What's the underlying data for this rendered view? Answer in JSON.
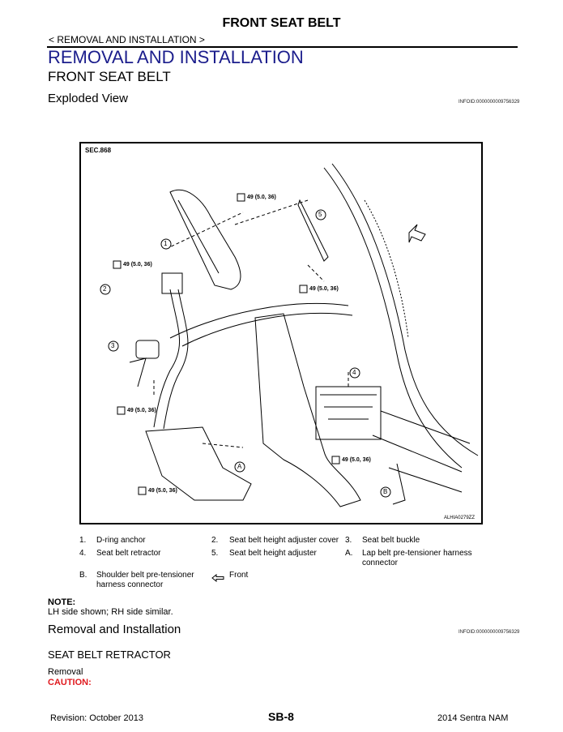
{
  "header": {
    "doc_title": "FRONT SEAT BELT",
    "breadcrumb": "< REMOVAL AND INSTALLATION >",
    "section_title": "REMOVAL AND INSTALLATION",
    "sub_title": "FRONT SEAT BELT"
  },
  "exploded_view": {
    "heading": "Exploded View",
    "info_id": "INFOID:0000000009756329",
    "figure": {
      "sec_label": "SEC.868",
      "code": "ALHIA0279ZZ",
      "torque_label": "49 (5.0, 36)",
      "callouts": [
        "1",
        "2",
        "3",
        "4",
        "5",
        "A",
        "B"
      ]
    },
    "legend": [
      {
        "num": "1.",
        "text": "D-ring anchor"
      },
      {
        "num": "2.",
        "text": "Seat belt height adjuster cover"
      },
      {
        "num": "3.",
        "text": "Seat belt buckle"
      },
      {
        "num": "4.",
        "text": "Seat belt retractor"
      },
      {
        "num": "5.",
        "text": "Seat belt height adjuster"
      },
      {
        "num": "A.",
        "text": "Lap belt pre-tensioner harness connector"
      },
      {
        "num": "B.",
        "text": "Shoulder belt pre-tensioner harness connector"
      },
      {
        "num": "",
        "text": "Front"
      }
    ]
  },
  "note": {
    "label": "NOTE:",
    "text": "LH side shown; RH side similar."
  },
  "removal": {
    "heading": "Removal and Installation",
    "info_id": "INFOID:0000000009756329",
    "subheading": "SEAT BELT RETRACTOR",
    "step": "Removal",
    "caution": "CAUTION:"
  },
  "footer": {
    "revision": "Revision: October 2013",
    "page": "SB-8",
    "model": "2014 Sentra NAM"
  },
  "colors": {
    "section_title": "#1b1d8c",
    "caution": "#e0191e"
  }
}
